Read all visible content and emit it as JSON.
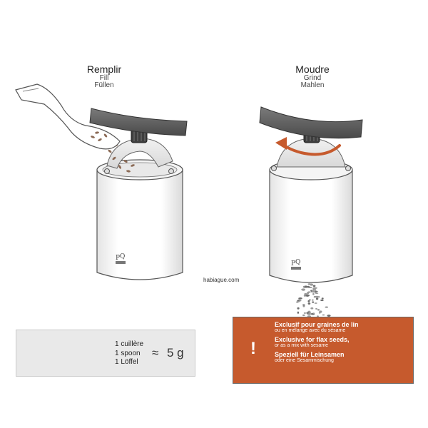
{
  "steps": [
    {
      "title": "Remplir",
      "sub1": "Fill",
      "sub2": "Füllen"
    },
    {
      "title": "Moudre",
      "sub1": "Grind",
      "sub2": "Mahlen"
    }
  ],
  "website": "habiague.com",
  "spoon_box": {
    "lines": [
      "1 cuillère",
      "1 spoon",
      "1 Löffel"
    ],
    "approx": "≈",
    "value": "5 g"
  },
  "warning": {
    "mark": "!",
    "lines": [
      {
        "main": "Exclusif pour graines de lin",
        "sub": "ou en mélange avec du sésame"
      },
      {
        "main": "Exclusive for flax seeds,",
        "sub": "or as a mix with sesame"
      },
      {
        "main": "Speziell für Leinsamen",
        "sub": "oder eine Sesammischung"
      }
    ]
  },
  "colors": {
    "accent": "#c65a2d",
    "crank": "#5a5a5a",
    "outline": "#555555",
    "box_grey": "#e9e9e9"
  }
}
